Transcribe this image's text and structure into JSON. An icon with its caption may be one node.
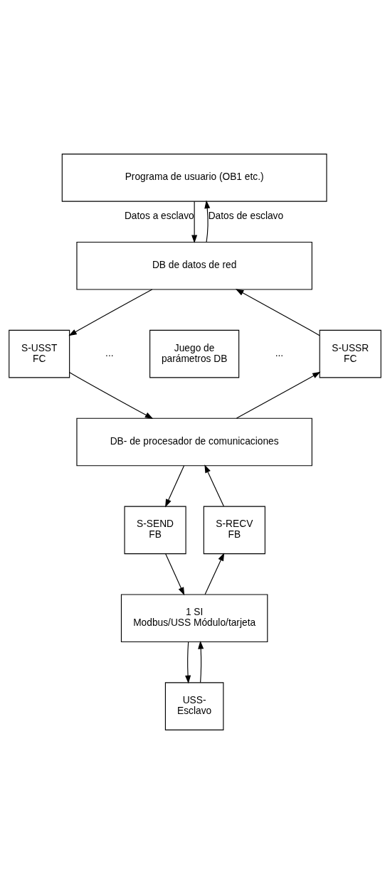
{
  "diagram": {
    "nodes": [
      {
        "text": [
          "Programa de usuario (OB1 etc.)"
        ]
      },
      {
        "text": [
          "DB de datos de red"
        ]
      },
      {
        "text": [
          "S-USST FC"
        ]
      },
      {
        "text": [
          "Juego de parámetros DB"
        ]
      },
      {
        "text": [
          "S-USSR FC"
        ]
      },
      {
        "text": [
          "DB- de procesador de comunicaciones"
        ]
      },
      {
        "text": [
          "S-SEND FB"
        ]
      },
      {
        "text": [
          "S-RECV FB"
        ]
      },
      {
        "text": [
          "1 SI Modbus/USS Módulo/tarjeta"
        ]
      },
      {
        "text": [
          "USS- Esclavo"
        ]
      }
    ],
    "edges": [
      {
        "from": 0,
        "to": 1,
        "arrow": "to",
        "label": "Datos a esclavo"
      },
      {
        "from": 1,
        "to": 0,
        "arrow": "to",
        "label": "Datos de esclavo"
      },
      {
        "from": 1,
        "to": 2,
        "arrow": "to"
      },
      {
        "from": 4,
        "to": 1,
        "arrow": "to"
      },
      {
        "from": 2,
        "to": 5,
        "arrow": "to"
      },
      {
        "from": 5,
        "to": 4,
        "arrow": "to"
      },
      {
        "from": 5,
        "to": 6,
        "arrow": "to"
      },
      {
        "from": 7,
        "to": 5,
        "arrow": "to"
      },
      {
        "from": 6,
        "to": 8,
        "arrow": "to"
      },
      {
        "from": 8,
        "to": 7,
        "arrow": "to"
      },
      {
        "from": 8,
        "to": 9,
        "arrow": "to"
      },
      {
        "from": 9,
        "to": 8,
        "arrow": "to"
      }
    ],
    "labels": [
      "...",
      "..."
    ]
  }
}
